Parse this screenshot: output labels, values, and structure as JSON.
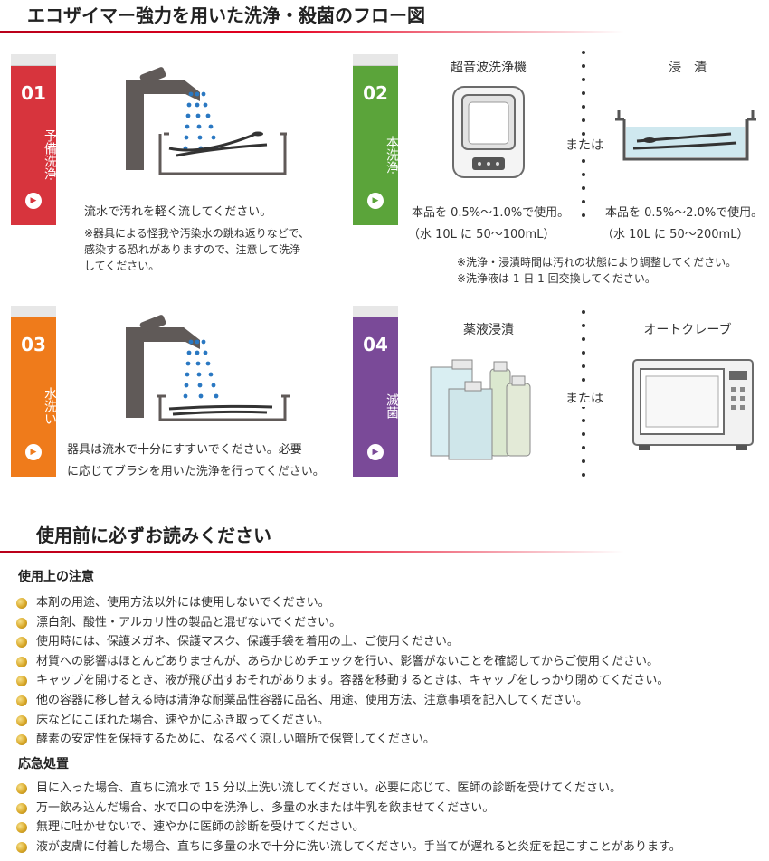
{
  "flow": {
    "title": "エコザイマー強力を用いた洗浄・殺菌のフロー図",
    "steps": [
      {
        "num": "01",
        "label": "予備洗浄",
        "color": "#d7343d",
        "text": "流水で汚れを軽く流してください。",
        "notes": [
          "※器具による怪我や汚染水の跳ね返りなどで、",
          "感染する恐れがありますので、注意して洗浄",
          "してください。"
        ]
      },
      {
        "num": "02",
        "label": "本洗浄",
        "color": "#5ba43a",
        "left": {
          "title": "超音波洗浄機",
          "line1": "本品を 0.5%〜1.0%で使用。",
          "line2": "（水 10L に 50〜100mL）"
        },
        "or": "または",
        "right": {
          "title": "浸　漬",
          "line1": "本品を 0.5%〜2.0%で使用。",
          "line2": "（水 10L に 50〜200mL）"
        },
        "notes": [
          "※洗浄・浸漬時間は汚れの状態により調整してください。",
          "※洗浄液は 1 日 1 回交換してください。"
        ]
      },
      {
        "num": "03",
        "label": "水洗い",
        "color": "#ef7b1b",
        "lines": [
          "器具は流水で十分にすすいでください。必要",
          "に応じてブラシを用いた洗浄を行ってください。"
        ]
      },
      {
        "num": "04",
        "label": "滅菌",
        "color": "#7a4a98",
        "left": {
          "title": "薬液浸漬"
        },
        "or": "または",
        "right": {
          "title": "オートクレーブ"
        }
      }
    ]
  },
  "read": {
    "title": "使用前に必ずお読みください",
    "caution_title": "使用上の注意",
    "caution_items": [
      "本剤の用途、使用方法以外には使用しないでください。",
      "漂白剤、酸性・アルカリ性の製品と混ぜないでください。",
      "使用時には、保護メガネ、保護マスク、保護手袋を着用の上、ご使用ください。",
      "材質への影響はほとんどありませんが、あらかじめチェックを行い、影響がないことを確認してからご使用ください。",
      "キャップを開けるとき、液が飛び出すおそれがあります。容器を移動するときは、キャップをしっかり閉めてください。",
      "他の容器に移し替える時は清浄な耐薬品性容器に品名、用途、使用方法、注意事項を記入してください。",
      "床などにこぼれた場合、速やかにふき取ってください。",
      "酵素の安定性を保持するために、なるべく涼しい暗所で保管してください。"
    ],
    "emergency_title": "応急処置",
    "emergency_items": [
      "目に入った場合、直ちに流水で 15 分以上洗い流してください。必要に応じて、医師の診断を受けてください。",
      "万一飲み込んだ場合、水で口の中を洗浄し、多量の水または牛乳を飲ませてください。",
      "無理に吐かせないで、速やかに医師の診断を受けてください。",
      "液が皮膚に付着した場合、直ちに多量の水で十分に洗い流してください。手当てが遅れると炎症を起こすことがあります。"
    ]
  }
}
